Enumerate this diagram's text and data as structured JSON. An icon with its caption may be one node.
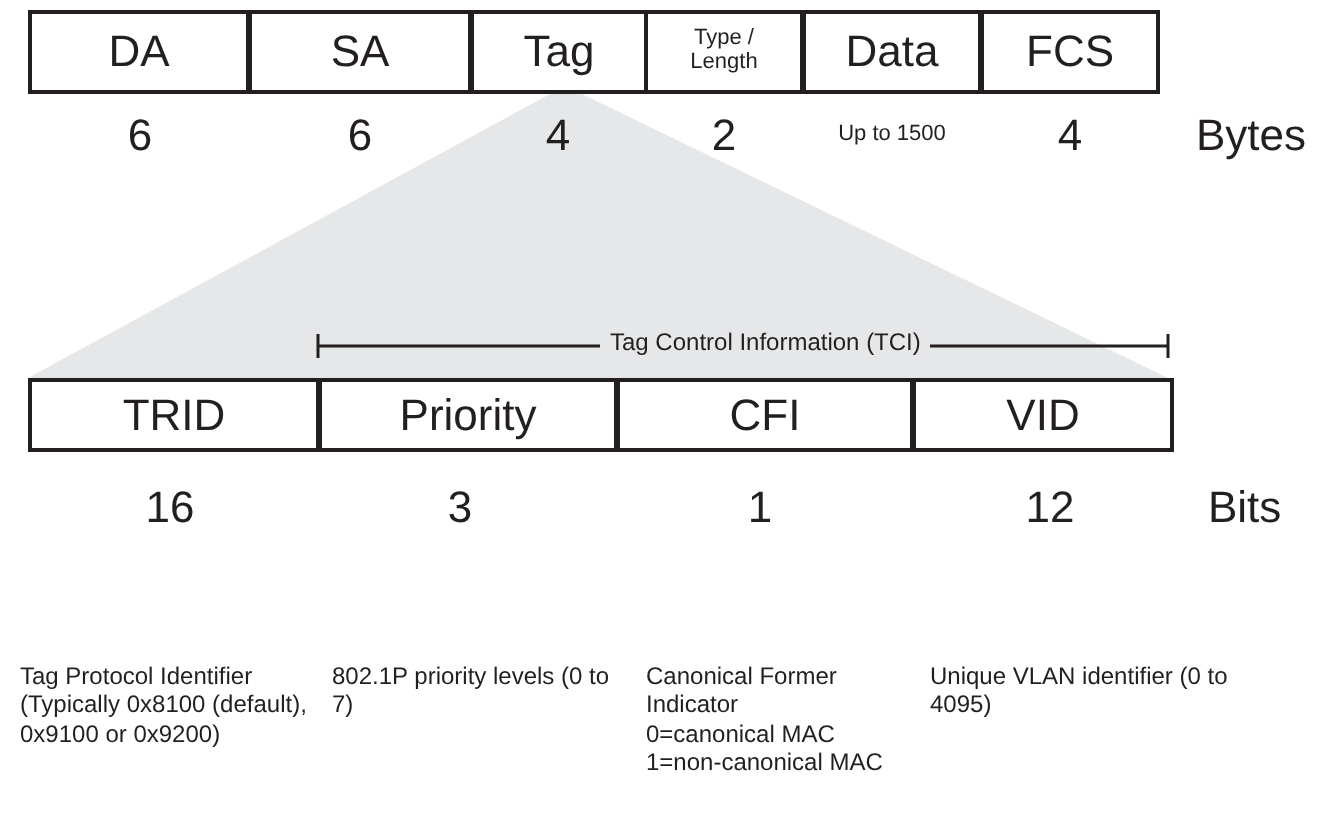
{
  "diagram": {
    "nodes": [
      {
        "text": [
          "DA"
        ]
      },
      {
        "text": [
          "SA"
        ]
      },
      {
        "text": [
          "Tag"
        ]
      },
      {
        "text": [
          "Type / Length"
        ]
      },
      {
        "text": [
          "Data"
        ]
      },
      {
        "text": [
          "FCS"
        ]
      },
      {
        "text": [
          "TRID"
        ]
      },
      {
        "text": [
          "Priority"
        ]
      },
      {
        "text": [
          "CFI"
        ]
      },
      {
        "text": [
          "VID"
        ]
      }
    ],
    "labels": [
      "6",
      "6",
      "4",
      "2",
      "Up to 1500",
      "4",
      "Bytes",
      "Tag Control Information (TCI)",
      "16",
      "3",
      "1",
      "12",
      "Bits",
      "Tag Protocol Identifier (Typically 0x8100 (default), 0x9100 or 0x9200)",
      "802.1P priority levels (0 to 7)",
      "Canonical Former Indicator",
      "0=canonical MAC",
      "1=non-canonical MAC",
      "Unique VLAN identifier (0 to 4095)"
    ]
  }
}
